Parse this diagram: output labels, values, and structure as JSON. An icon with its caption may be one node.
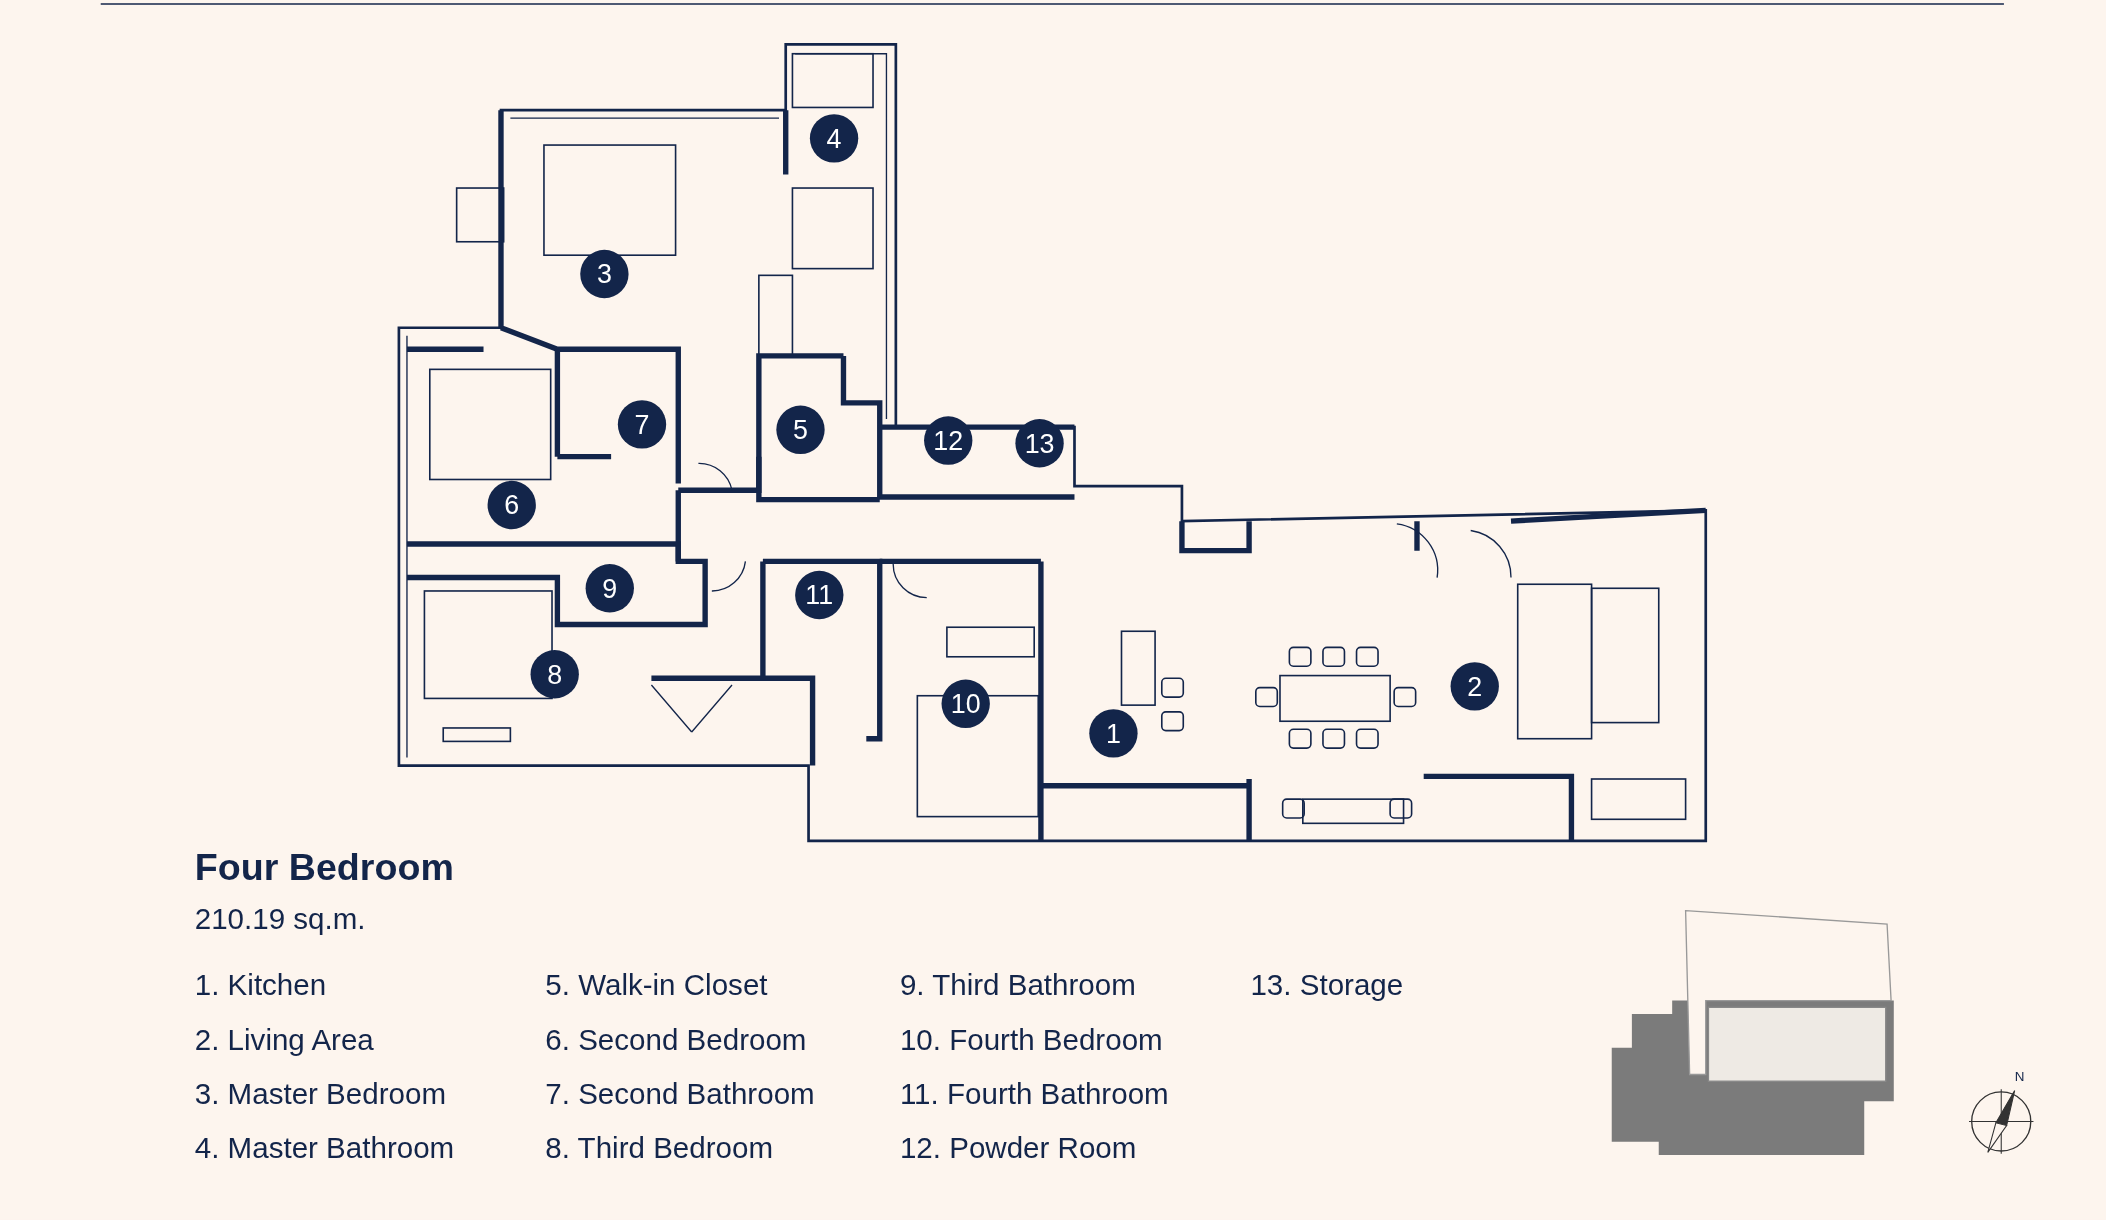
{
  "diagram": {
    "title": "Four Bedroom",
    "labels": [
      "4",
      "3",
      "7",
      "5",
      "12",
      "13",
      "6",
      "9",
      "11",
      "8",
      "2",
      "10",
      "1",
      "210.19 sq.m.",
      "1. Kitchen",
      "5. Walk-in Closet",
      "9. Third Bathroom",
      "13. Storage",
      "2. Living Area",
      "6. Second Bedroom",
      "10. Fourth Bedroom",
      "3. Master Bedroom",
      "7. Second Bathroom",
      "11. Fourth Bathroom",
      "4. Master Bathroom",
      "8. Third Bedroom",
      "12. Powder Room",
      "N"
    ]
  }
}
